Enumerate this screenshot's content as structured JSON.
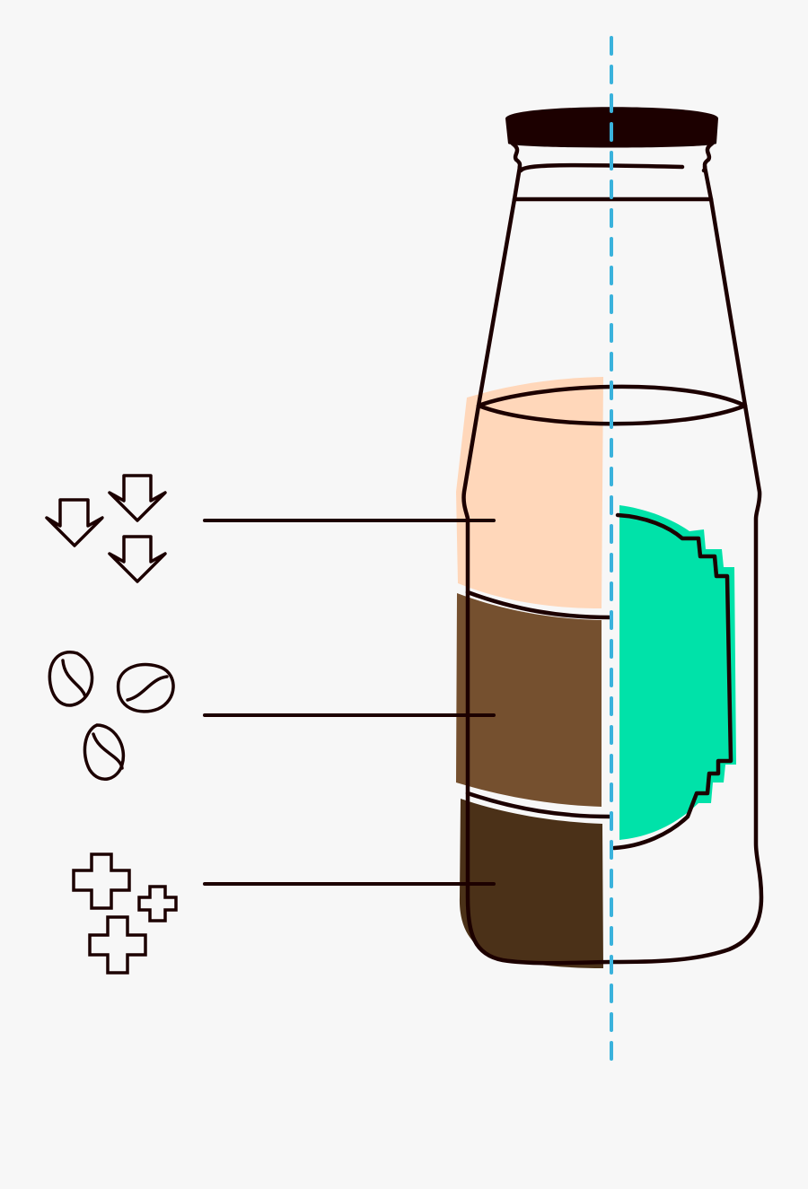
{
  "colors": {
    "background": "#f7f7f7",
    "outline": "#1c0000",
    "cap": "#1c0000",
    "layer_top": "#ffd7ba",
    "layer_middle": "#75502f",
    "layer_bottom": "#4b3118",
    "label_panel": "#00e2a9",
    "axis": "#3ab2dc"
  },
  "layers": [
    {
      "name": "top-layer",
      "icon": "down-arrows-icon"
    },
    {
      "name": "middle-layer",
      "icon": "coffee-beans-icon"
    },
    {
      "name": "bottom-layer",
      "icon": "plus-crosses-icon"
    }
  ]
}
